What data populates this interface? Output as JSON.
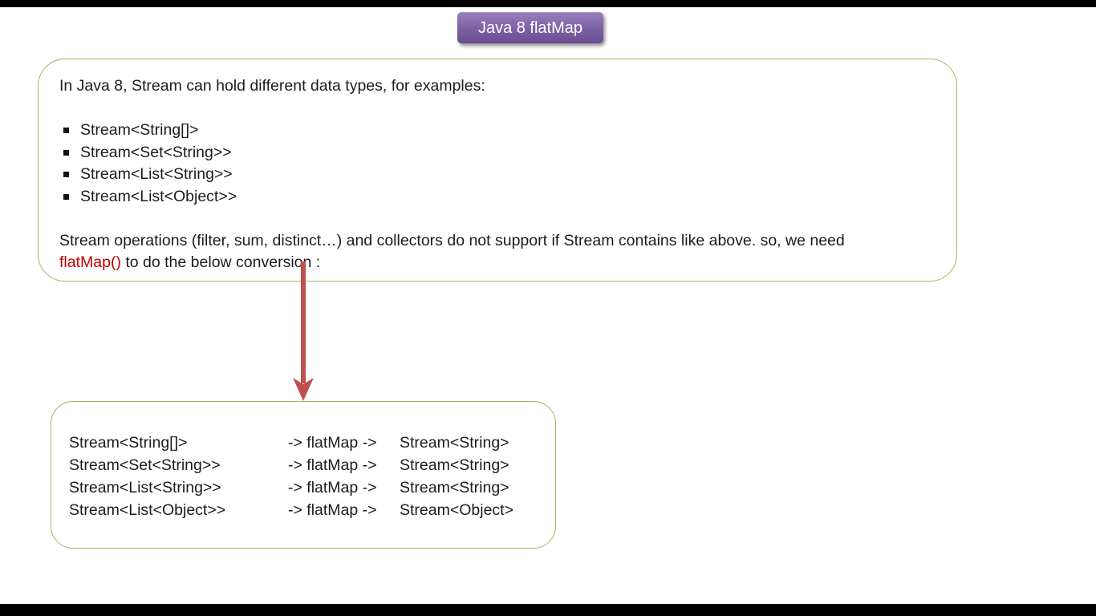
{
  "title": "Java 8 flatMap",
  "intro_box": {
    "heading": "In Java 8, Stream can hold different data types, for examples:",
    "bullets": [
      "Stream<String[]>",
      "Stream<Set<String>>",
      "Stream<List<String>>",
      "Stream<List<Object>>"
    ],
    "para_line1": "Stream operations (filter, sum, distinct…) and collectors do not support if Stream contains like above. so, we need",
    "para_highlight": "flatMap()",
    "para_after": " to do the below conversion :"
  },
  "conversion_box": {
    "rows": [
      {
        "from": "Stream<String[]>",
        "op": "-> flatMap ->",
        "to": "Stream<String>"
      },
      {
        "from": "Stream<Set<String>>",
        "op": "-> flatMap ->",
        "to": "Stream<String>"
      },
      {
        "from": "Stream<List<String>>",
        "op": "-> flatMap ->",
        "to": "Stream<String>"
      },
      {
        "from": "Stream<List<Object>>",
        "op": "-> flatMap ->",
        "to": "Stream<Object>"
      }
    ]
  },
  "icons": {
    "bullet": "black-square-bullet-icon",
    "arrow": "down-arrow-icon"
  },
  "colors": {
    "title_bg": "#8064a8",
    "title_text": "#ffffff",
    "box_border": "#a6b45c",
    "arrow": "#c0504d",
    "highlight_red": "#c00000",
    "letterbox": "#000000",
    "text": "#1c1c1c"
  }
}
